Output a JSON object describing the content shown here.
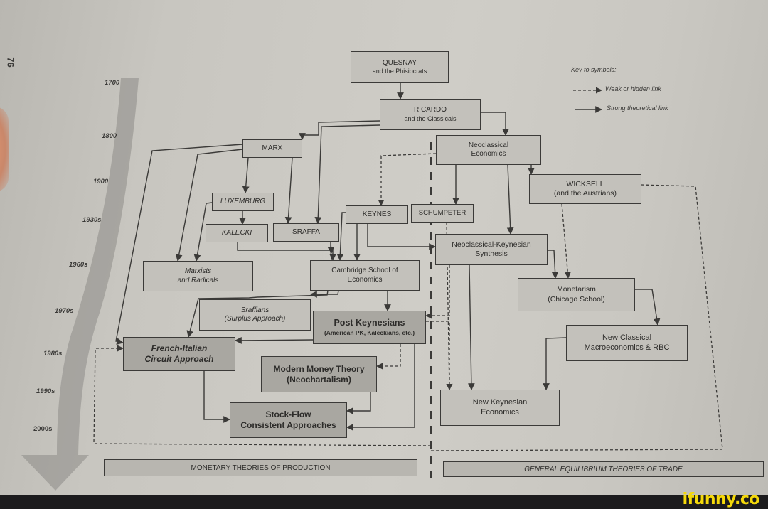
{
  "page_number": "76",
  "timeline": {
    "label": "timeline-arrow",
    "years": [
      "1700",
      "1800",
      "1900",
      "1930s",
      "1960s",
      "1970s",
      "1980s",
      "1990s",
      "2000s"
    ]
  },
  "key": {
    "title": "Key to symbols:",
    "weak_link": "Weak or hidden link",
    "strong_link": "Strong theoretical link"
  },
  "nodes": {
    "quesnay": {
      "title": "QUESNAY",
      "sub": "and the Phisiocrats"
    },
    "ricardo": {
      "title": "RICARDO",
      "sub": "and the Classicals"
    },
    "marx": {
      "title": "MARX"
    },
    "neoclassical": {
      "title": "Neoclassical",
      "sub": "Economics"
    },
    "wicksell": {
      "title": "WICKSELL",
      "sub": "(and the Austrians)"
    },
    "luxemburg": {
      "title": "LUXEMBURG"
    },
    "keynes": {
      "title": "KEYNES"
    },
    "schumpeter": {
      "title": "SCHUMPETER"
    },
    "kalecki": {
      "title": "KALECKI"
    },
    "sraffa": {
      "title": "SRAFFA"
    },
    "synthesis": {
      "title": "Neoclassical-Keynesian",
      "sub": "Synthesis"
    },
    "marxists": {
      "title": "Marxists",
      "sub": "and Radicals"
    },
    "cambridge": {
      "title": "Cambridge School of",
      "sub": "Economics"
    },
    "monetarism": {
      "title": "Monetarism",
      "sub": "(Chicago School)"
    },
    "sraffians": {
      "title": "Sraffians",
      "sub": "(Surplus Approach)"
    },
    "post_keynesians": {
      "title": "Post Keynesians",
      "sub": "(American PK, Kaleckians, etc.)"
    },
    "new_classical": {
      "title": "New Classical",
      "sub": "Macroeconomics & RBC"
    },
    "french_italian": {
      "title": "French-Italian",
      "sub": "Circuit Approach"
    },
    "mmt": {
      "title": "Modern Money Theory",
      "sub": "(Neochartalism)"
    },
    "new_keynesian": {
      "title": "New Keynesian",
      "sub": "Economics"
    },
    "stock_flow": {
      "title": "Stock-Flow",
      "sub": "Consistent Approaches"
    }
  },
  "bands": {
    "left": "MONETARY THEORIES OF PRODUCTION",
    "right": "GENERAL EQUILIBRIUM THEORIES OF TRADE"
  },
  "colors": {
    "line": "#3b3a38",
    "paper": "#cfcdc7",
    "timeline": "#8d8b86",
    "watermark": "#f5d90a"
  },
  "watermark": "ifunny.co"
}
